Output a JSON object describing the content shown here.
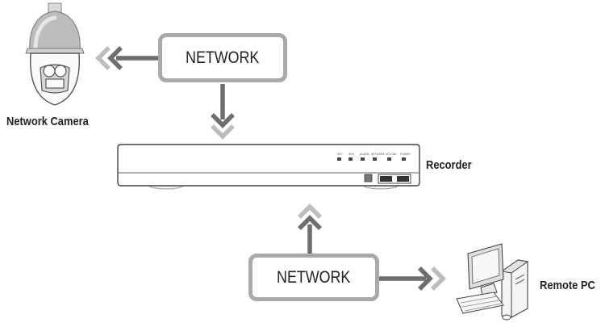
{
  "nodes": {
    "network_top": "NETWORK",
    "network_bottom": "NETWORK",
    "camera": "Network Camera",
    "recorder": "Recorder",
    "remote_pc": "Remote PC"
  },
  "recorder_panel": {
    "indicators": [
      "REC",
      "HDD",
      "ALARM",
      "NETWORK",
      "UPLOAD",
      "POWER"
    ]
  },
  "colors": {
    "arrow_dark": "#6e6e6e",
    "arrow_light": "#bdbdbd",
    "box_border": "#aaaaaa"
  },
  "icons": [
    "dome-camera-icon",
    "recorder-icon",
    "desktop-pc-icon"
  ]
}
